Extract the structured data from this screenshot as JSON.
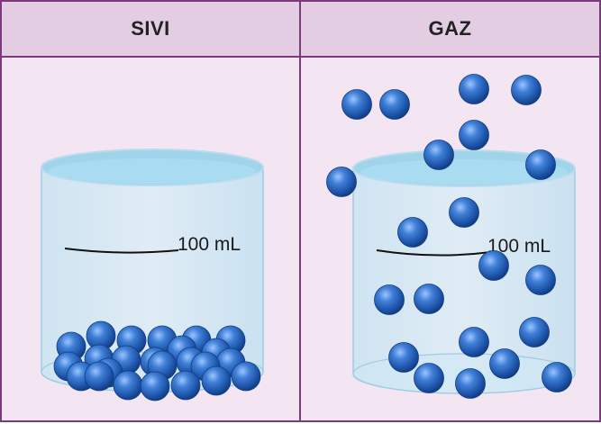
{
  "panels": {
    "liquid": {
      "title": "SIVI",
      "volume_label": "100 mL"
    },
    "gas": {
      "title": "GAZ",
      "volume_label": "100 mL"
    }
  },
  "colors": {
    "particle": "#1f57b0",
    "water": "#a9d9ec",
    "panel_bg": "#f3e6f2",
    "header_bg": "#e2cde2",
    "border": "#7b3a7d"
  }
}
